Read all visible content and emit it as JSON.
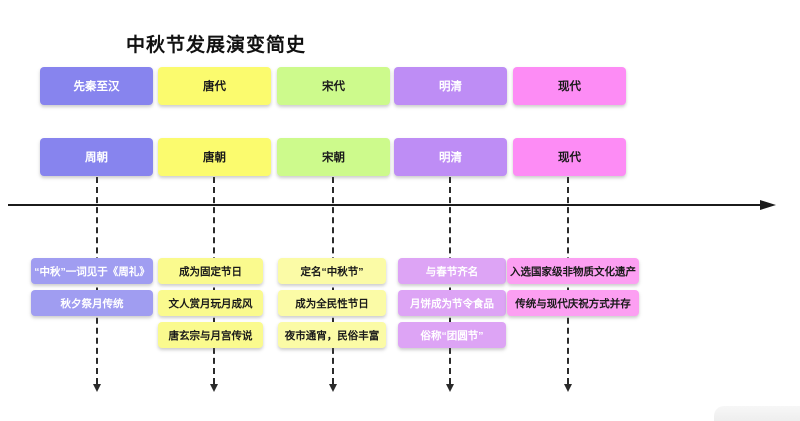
{
  "title": "中秋节发展演变简史",
  "timeline": {
    "direction": "left-to-right",
    "axis_color": "#1b1b1b"
  },
  "columns": [
    {
      "period": "先秦至汉",
      "dynasty": "周朝",
      "events": [
        "“中秋”一词见于《周礼》",
        "秋夕祭月传统"
      ],
      "colors": {
        "header": "#8784EE",
        "event": "#A09DF1",
        "text": "#FFFFFF"
      }
    },
    {
      "period": "唐代",
      "dynasty": "唐朝",
      "events": [
        "成为固定节日",
        "文人赏月玩月成风",
        "唐玄宗与月宫传说"
      ],
      "colors": {
        "header": "#FBFB6E",
        "event": "#FAFA8E",
        "text": "#1A1A1A"
      }
    },
    {
      "period": "宋代",
      "dynasty": "宋朝",
      "events": [
        "定名“中秋节”",
        "成为全民性节日",
        "夜市通宵，民俗丰富"
      ],
      "colors": {
        "header": "#CDFA8C",
        "event": "#FBFBA6",
        "text": "#1A1A1A"
      }
    },
    {
      "period": "明清",
      "dynasty": "明清",
      "events": [
        "与春节齐名",
        "月饼成为节令食品",
        "俗称“团圆节”"
      ],
      "colors": {
        "header": "#BE8DF5",
        "event": "#DDA4F5",
        "text": "#FFFFFF"
      }
    },
    {
      "period": "现代",
      "dynasty": "现代",
      "events": [
        "入选国家级非物质文化遗产",
        "传统与现代庆祝方式并存"
      ],
      "colors": {
        "header": "#FD8CF5",
        "event": "#FC9FF2",
        "text": "#1A1A1A"
      }
    }
  ]
}
